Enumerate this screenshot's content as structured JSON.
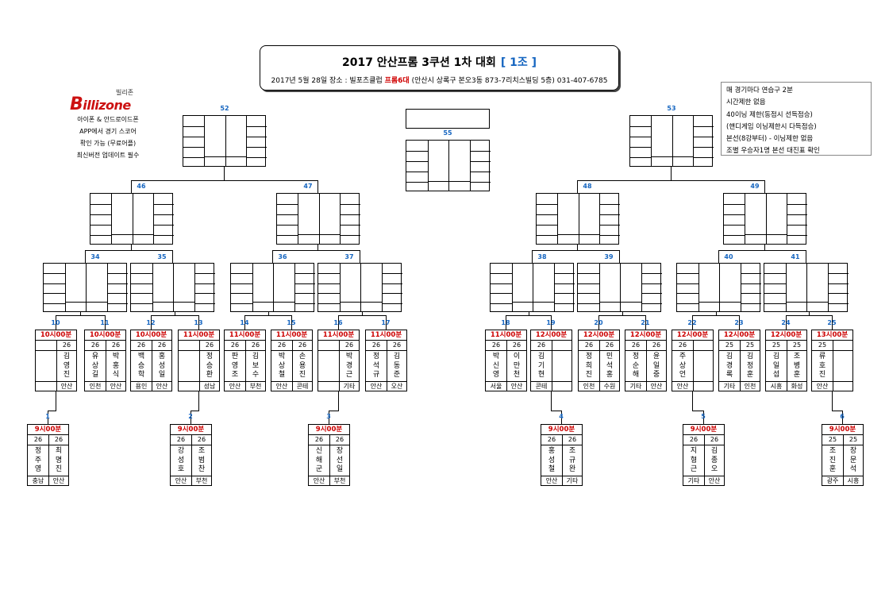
{
  "title": {
    "main": "2017 안산프롬 3쿠션 1차 대회",
    "group": "[ 1조 ]",
    "sub_pre": "2017년 5월 28일  장소 : 빌포츠클럽 ",
    "sub_hl": "프롬6대",
    "sub_post": " (안산시 상록구 본오3동 873-7리치스빌딩 5층) 031-407-6785"
  },
  "logo": {
    "ko": "빌리존",
    "en_b": "B",
    "en_rest": "illizone"
  },
  "appinfo": [
    "아이폰 & 안드로이드폰",
    "APP에서 경기 스코어",
    "확인 가능 (무료어플)",
    "최신버전 업데이트 필수"
  ],
  "notes": [
    "매 경기마다 연습구 2분",
    "시간제한 없음",
    " 40이닝 제한(동점시 선득점승)",
    "(핸디게임 이닝제한시 다득점승)",
    "본선(8강부터) - 이닝제한 없음",
    "조별  우승자1명 본선 대진표 확인"
  ],
  "match_numbers": {
    "m52": "52",
    "m53": "53",
    "m55": "55",
    "m46": "46",
    "m47": "47",
    "m48": "48",
    "m49": "49",
    "m34": "34",
    "m35": "35",
    "m36": "36",
    "m37": "37",
    "m38": "38",
    "m39": "39",
    "m40": "40",
    "m41": "41",
    "m10": "10",
    "m11": "11",
    "m12": "12",
    "m13": "13",
    "m14": "14",
    "m15": "15",
    "m16": "16",
    "m17": "17",
    "m18": "18",
    "m19": "19",
    "m20": "20",
    "m21": "21",
    "m22": "22",
    "m23": "23",
    "m24": "24",
    "m25": "25",
    "m1": "1",
    "m2": "2",
    "m3": "3",
    "m4": "4",
    "m5": "5",
    "m6": "6"
  },
  "round1": [
    {
      "time": "10시00분",
      "s1": "",
      "s2": "26",
      "n1": "",
      "n2": "김영진",
      "r1": "",
      "r2": "안산"
    },
    {
      "time": "10시00분",
      "s1": "26",
      "s2": "26",
      "n1": "유상길",
      "n2": "박홍식",
      "r1": "인천",
      "r2": "안산"
    },
    {
      "time": "10시00분",
      "s1": "26",
      "s2": "26",
      "n1": "백승학",
      "n2": "홍성일",
      "r1": "용인",
      "r2": "안산"
    },
    {
      "time": "11시00분",
      "s1": "",
      "s2": "26",
      "n1": "",
      "n2": "정승환",
      "r1": "",
      "r2": "성남"
    },
    {
      "time": "11시00분",
      "s1": "26",
      "s2": "26",
      "n1": "판영조",
      "n2": "김보수",
      "r1": "안산",
      "r2": "부천"
    },
    {
      "time": "11시00분",
      "s1": "26",
      "s2": "26",
      "n1": "박상철",
      "n2": "손용진",
      "r1": "안산",
      "r2": "콘테"
    },
    {
      "time": "11시00분",
      "s1": "",
      "s2": "26",
      "n1": "",
      "n2": "박경근",
      "r1": "",
      "r2": "기타"
    },
    {
      "time": "11시00분",
      "s1": "26",
      "s2": "26",
      "n1": "정석규",
      "n2": "김동준",
      "r1": "안산",
      "r2": "오산"
    },
    {
      "time": "11시00분",
      "s1": "26",
      "s2": "26",
      "n1": "박신영",
      "n2": "이만천",
      "r1": "서울",
      "r2": "안산"
    },
    {
      "time": "12시00분",
      "s1": "26",
      "s2": "",
      "n1": "김기현",
      "n2": "",
      "r1": "콘테",
      "r2": ""
    },
    {
      "time": "12시00분",
      "s1": "26",
      "s2": "26",
      "n1": "정희진",
      "n2": "민석홍",
      "r1": "인천",
      "r2": "수원"
    },
    {
      "time": "12시00분",
      "s1": "26",
      "s2": "26",
      "n1": "정순해",
      "n2": "윤일중",
      "r1": "기타",
      "r2": "안산"
    },
    {
      "time": "12시00분",
      "s1": "26",
      "s2": "",
      "n1": "주상언",
      "n2": "",
      "r1": "안산",
      "r2": ""
    },
    {
      "time": "12시00분",
      "s1": "25",
      "s2": "25",
      "n1": "김경록",
      "n2": "김정훈",
      "r1": "기타",
      "r2": "인천"
    },
    {
      "time": "12시00분",
      "s1": "25",
      "s2": "25",
      "n1": "김일섭",
      "n2": "조병훈",
      "r1": "시흥",
      "r2": "화성"
    },
    {
      "time": "13시00분",
      "s1": "25",
      "s2": "",
      "n1": "류호진",
      "n2": "",
      "r1": "안산",
      "r2": ""
    }
  ],
  "prelim": [
    {
      "time": "9시00분",
      "s1": "26",
      "s2": "26",
      "n1": "정주영",
      "n2": "최명진",
      "r1": "충남",
      "r2": "안산"
    },
    {
      "time": "9시00분",
      "s1": "26",
      "s2": "26",
      "n1": "강성호",
      "n2": "조범찬",
      "r1": "안산",
      "r2": "부천"
    },
    {
      "time": "9시00분",
      "s1": "26",
      "s2": "26",
      "n1": "신해군",
      "n2": "장선일",
      "r1": "안산",
      "r2": "부천"
    },
    {
      "time": "9시00분",
      "s1": "26",
      "s2": "26",
      "n1": "홍성철",
      "n2": "조규완",
      "r1": "안산",
      "r2": "기타"
    },
    {
      "time": "9시00분",
      "s1": "26",
      "s2": "26",
      "n1": "지형근",
      "n2": "김종오",
      "r1": "기타",
      "r2": "안산"
    },
    {
      "time": "9시00분",
      "s1": "25",
      "s2": "25",
      "n1": "조진훈",
      "n2": "장문석",
      "r1": "광주",
      "r2": "시흥"
    }
  ]
}
